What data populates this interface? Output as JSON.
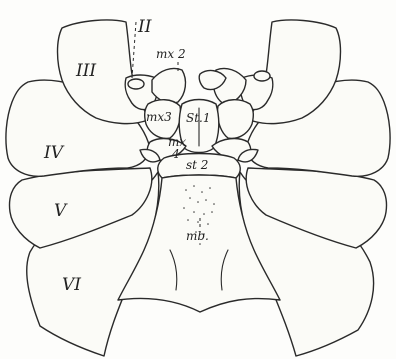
{
  "figure": {
    "labels": {
      "leg_II": "II",
      "leg_III": "III",
      "leg_IV": "IV",
      "leg_V": "V",
      "leg_VI": "VI",
      "mx2": "mx 2",
      "mx3": "mx3",
      "mx4_a": "mx",
      "mx4_b": "4",
      "st1": "St.1",
      "st2": "st 2",
      "mb": "mb."
    }
  }
}
